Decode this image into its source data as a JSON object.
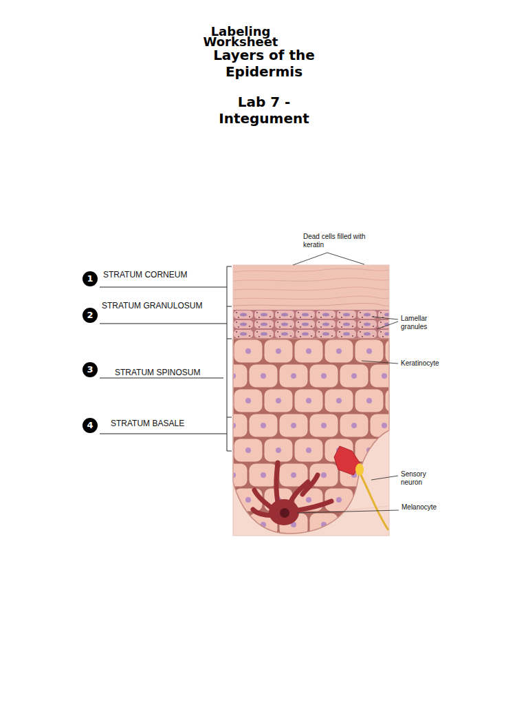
{
  "diagram": {
    "title": "Labeling Worksheet",
    "labels": [
      "Layers of the Epidermis",
      "Lab 7 - Integument",
      "Dead cells filled with keratin",
      "1",
      "STRATUM CORNEUM",
      "2",
      "STRATUM GRANULOSUM",
      "Lamellar granules",
      "Keratinocyte",
      "3",
      "STRATUM SPINOSUM",
      "4",
      "STRATUM BASALE",
      "Sensory neuron",
      "Melanocyte"
    ]
  }
}
